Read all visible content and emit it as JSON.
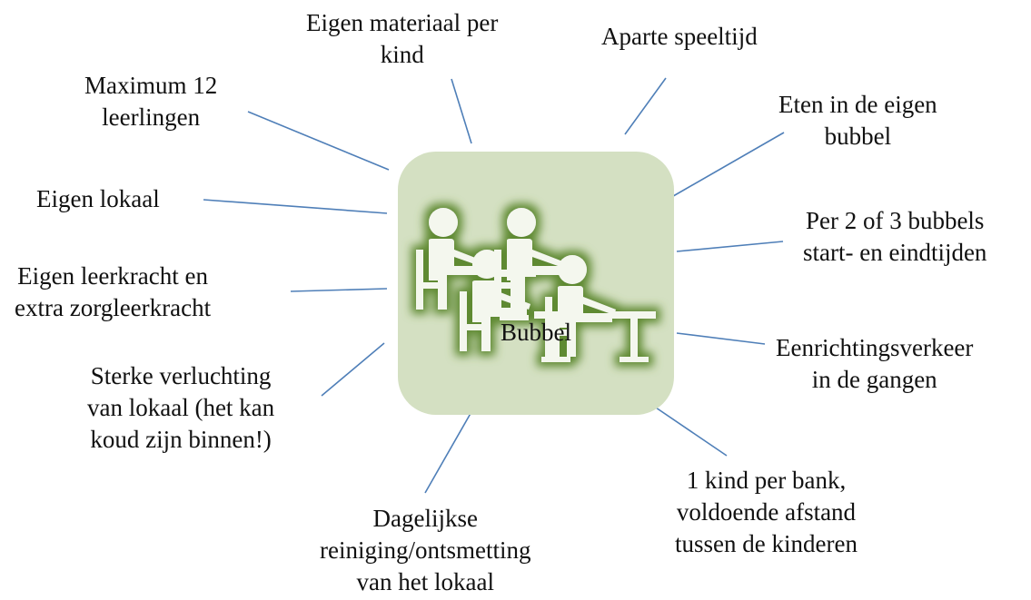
{
  "center": {
    "title": "Bubbel",
    "icon": "students-at-desks-icon",
    "colors": {
      "box": "#d4e0c2",
      "glow": "#5f8a32",
      "figure": "#f4f7ee"
    }
  },
  "colors": {
    "line": "#4f7fb8",
    "text": "#111111"
  },
  "measures": [
    {
      "lines": [
        "Eigen materiaal per",
        "kind"
      ]
    },
    {
      "lines": [
        "Aparte speeltijd"
      ]
    },
    {
      "lines": [
        "Eten in de eigen",
        "bubbel"
      ]
    },
    {
      "lines": [
        "Per 2 of 3 bubbels",
        "start- en eindtijden"
      ]
    },
    {
      "lines": [
        "Eenrichtingsverkeer",
        "in de gangen"
      ]
    },
    {
      "lines": [
        "1 kind per bank,",
        "voldoende afstand",
        "tussen de kinderen"
      ]
    },
    {
      "lines": [
        "Dagelijkse",
        "reiniging/ontsmetting",
        "van het lokaal"
      ]
    },
    {
      "lines": [
        "Sterke verluchting",
        "van lokaal (het kan",
        "koud zijn binnen!)"
      ]
    },
    {
      "lines": [
        "Eigen leerkracht en",
        "extra zorgleerkracht"
      ]
    },
    {
      "lines": [
        "Eigen lokaal"
      ]
    },
    {
      "lines": [
        "Maximum 12",
        "leerlingen"
      ]
    }
  ]
}
